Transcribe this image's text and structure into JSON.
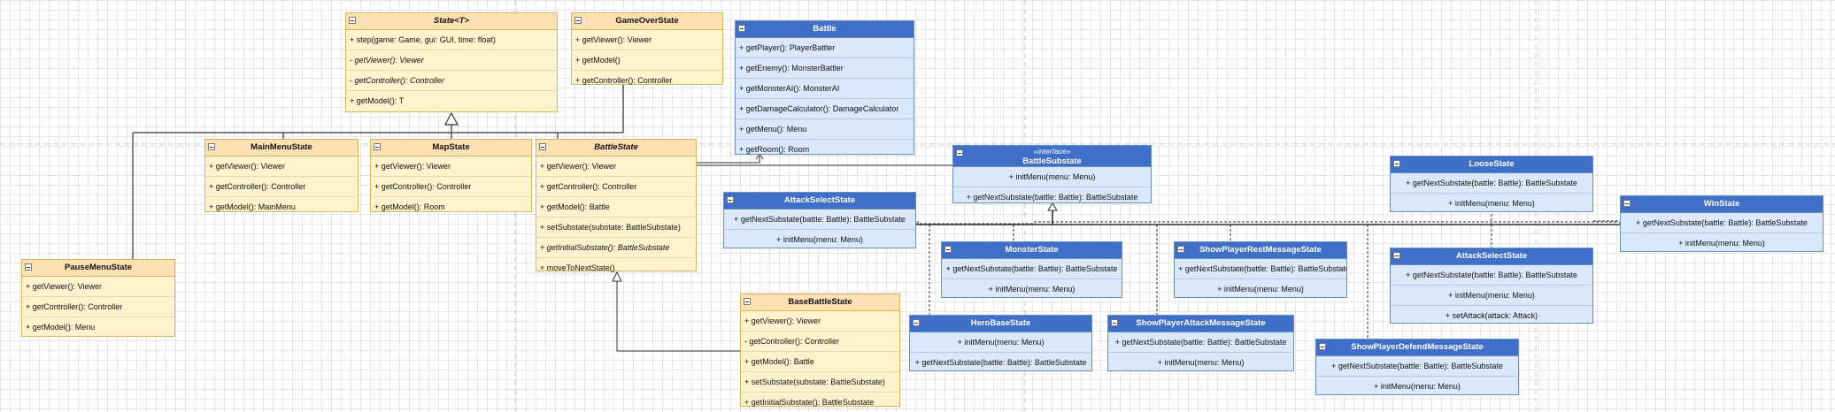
{
  "classes": {
    "state": {
      "stereotype": "",
      "name": "State<T>",
      "members": [
        "+ step(game: Game, gui: GUI, time: float)",
        "- getViewer(): Viewer",
        "- getController(): Controller",
        "+ getModel(): T"
      ]
    },
    "game_over": {
      "name": "GameOverState",
      "members": [
        "+ getViewer(): Viewer",
        "+ getModel()",
        "+ getController(): Controller"
      ]
    },
    "battle": {
      "name": "Battle",
      "members": [
        "+ getPlayer(): PlayerBattler",
        "+ getEnemy(): MonsterBattler",
        "+ getMonsterAI(): MonsterAI",
        "+ getDamageCalculator(): DamageCalculator",
        "+ getMenu(): Menu",
        "+ getRoom(): Room"
      ]
    },
    "main_menu": {
      "name": "MainMenuState",
      "members": [
        "+ getViewer(): Viewer",
        "+ getController(): Controller",
        "+ getModel(): MainMenu"
      ]
    },
    "map": {
      "name": "MapState",
      "members": [
        "+ getViewer(): Viewer",
        "+ getController(): Controller",
        "+ getModel(): Room"
      ]
    },
    "battle_state": {
      "name": "BattleState",
      "members": [
        "+ getViewer(): Viewer",
        "+ getController(): Controller",
        "+ getModel(): Battle",
        "+ setSubstate(substate: BattleSubstate)",
        "+ getInitialSubstate(): BattleSubstate",
        "+ moveToNextState()"
      ]
    },
    "pause_menu": {
      "name": "PauseMenuState",
      "members": [
        "+ getViewer(): Viewer",
        "+ getController(): Controller",
        "+ getModel(): Menu"
      ]
    },
    "base_battle": {
      "name": "BaseBattleState",
      "members": [
        "+ getViewer(): Viewer",
        "- getController(): Controller",
        "+ getModel(): Battle",
        "+ setSubstate(substate: BattleSubstate)",
        "+ getInitialSubstate(): BattleSubstate"
      ]
    },
    "battle_substate": {
      "stereotype": "«interface»",
      "name": "BattleSubstate",
      "members": [
        "+ initMenu(menu: Menu)",
        "+ getNextSubstate(battle: Battle): BattleSubstate"
      ]
    },
    "attack_select_1": {
      "name": "AttackSelectState",
      "members": [
        "+ getNextSubstate(battle: Battle): BattleSubstate",
        "+ initMenu(menu: Menu)"
      ]
    },
    "monster": {
      "name": "MonsterState",
      "members": [
        "+ getNextSubstate(battle: Battle): BattleSubstate",
        "+ initMenu(menu: Menu)"
      ]
    },
    "hero_base": {
      "name": "HeroBaseState",
      "members": [
        "+ initMenu(menu: Menu)",
        "+ getNextSubstate(battle: Battle): BattleSubstate"
      ]
    },
    "rest_msg": {
      "name": "ShowPlayerRestMessageState",
      "members": [
        "+ getNextSubstate(battle: Battle): BattleSubstate",
        "+ initMenu(menu: Menu)"
      ]
    },
    "attack_msg": {
      "name": "ShowPlayerAttackMessageState",
      "members": [
        "+ getNextSubstate(battle: Battle): BattleSubstate",
        "+ initMenu(menu: Menu)"
      ]
    },
    "loose": {
      "name": "LooseState",
      "members": [
        "+ getNextSubstate(battle: Battle): BattleSubstate",
        "+ initMenu(menu: Menu)"
      ]
    },
    "attack_select_2": {
      "name": "AttackSelectState",
      "members": [
        "+ getNextSubstate(battle: Battle): BattleSubstate",
        "+ initMenu(menu: Menu)",
        "+ setAttack(attack: Attack)"
      ]
    },
    "defend_msg": {
      "name": "ShowPlayerDefendMessageState",
      "members": [
        "+ getNextSubstate(battle: Battle): BattleSubstate",
        "+ initMenu(menu: Menu)"
      ]
    },
    "win": {
      "name": "WinState",
      "members": [
        "+ getNextSubstate(battle: Battle): BattleSubstate",
        "+ initMenu(menu: Menu)"
      ]
    }
  },
  "colors": {
    "yellow_fill": "#fff2cc",
    "yellow_header": "#ffe0b3",
    "blue_fill": "#dae8fc",
    "blue_header": "#3f6fc9"
  }
}
